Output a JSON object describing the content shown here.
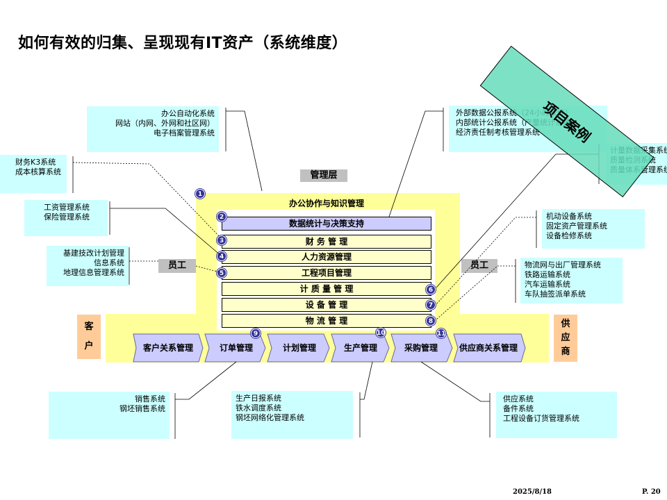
{
  "title": "如何有效的归集、呈现现有IT资产（系统维度）",
  "management_layer": "管理层",
  "office_layer": "办公协作与知识管理",
  "employee_left": "员工",
  "employee_right": "员工",
  "customer": [
    "客",
    "户"
  ],
  "supplier": [
    "供",
    "应",
    "商"
  ],
  "modules": [
    {
      "num": "2",
      "label": "数据统计与决策支持"
    },
    {
      "num": "3",
      "label": "财 务 管 理"
    },
    {
      "num": "4",
      "label": "人力资源管理"
    },
    {
      "num": "5",
      "label": "工程项目管理"
    },
    {
      "num": "6",
      "label": "计 质 量 管 理"
    },
    {
      "num": "7",
      "label": "设 备 管 理"
    },
    {
      "num": "8",
      "label": "物 流 管 理"
    }
  ],
  "office_badge": "1",
  "chain": [
    {
      "label": "客户关系管理",
      "num": ""
    },
    {
      "label": "订单管理",
      "num": "9"
    },
    {
      "label": "计划管理",
      "num": ""
    },
    {
      "label": "生产管理",
      "num": "10"
    },
    {
      "label": "采购管理",
      "num": "11"
    },
    {
      "label": "供应商关系管理",
      "num": ""
    }
  ],
  "boxes": {
    "office_systems": [
      "办公自动化系统",
      "网站（内网、外网和社区网）",
      "电子档案管理系统"
    ],
    "finance_systems": [
      "财务K3系统",
      "成本核算系统"
    ],
    "hr_systems": [
      "工资管理系统",
      "保险管理系统"
    ],
    "project_systems": [
      "基建技改计划管理",
      "信息系统",
      "地理信息管理系统"
    ],
    "stats_systems": [
      "外部数据公报系统（24小时软件）",
      "内部统计公报系统（产量统计系统）",
      "经济责任制考核管理系统"
    ],
    "quality_systems": [
      "计量数据采集系统",
      "质量检测系统",
      "质量体系管理系统"
    ],
    "equipment_systems": [
      "机动设备系统",
      "固定资产管理系统",
      "设备检修系统"
    ],
    "logistics_systems": [
      "物流网与出厂管理系统",
      "铁路运输系统",
      "汽车运输系统",
      "车队抽签派单系统"
    ],
    "sales_systems": [
      "销售系统",
      "钢坯销售系统"
    ],
    "production_systems": [
      "生产日报系统",
      "铁水调度系统",
      "钢坯网络化管理系统"
    ],
    "supply_systems": [
      "供应系统",
      "备件系统",
      "工程设备订货管理系统"
    ]
  },
  "stamp": "项目案例",
  "footer": {
    "date": "2025/8/18",
    "page": "P. 20"
  },
  "colors": {
    "box": "#ccffff",
    "yellow": "#ffff99",
    "module_blue": "#ccccff",
    "module_yellow": "#ffffcc",
    "badge": "#333399",
    "chain": "#ccccff",
    "stamp": "#66ddbb",
    "side": "#ffcc99"
  }
}
